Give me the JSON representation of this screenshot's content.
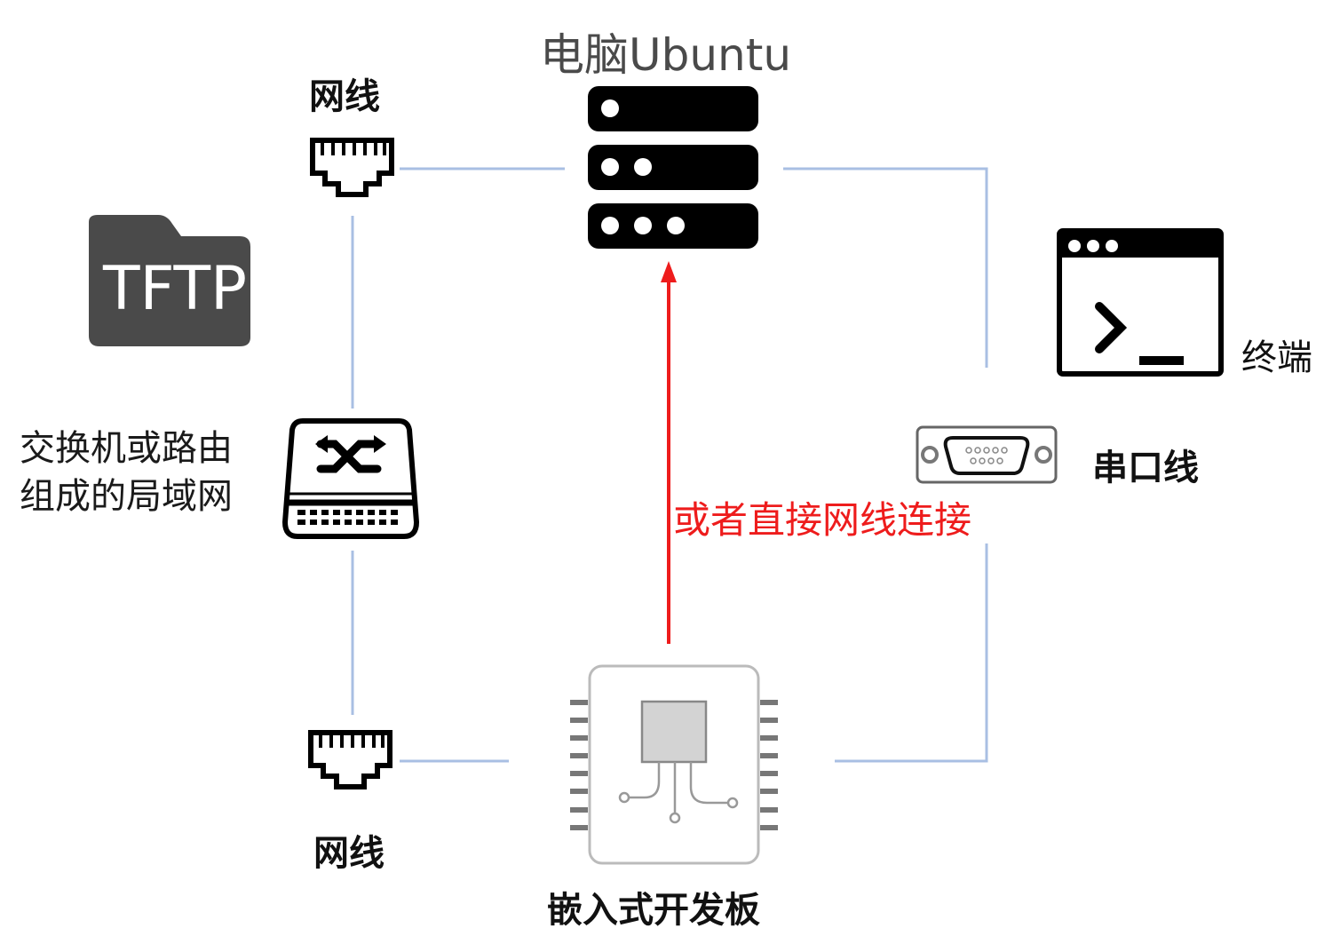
{
  "diagram": {
    "title": "电脑Ubuntu",
    "nodes": {
      "pc": {
        "label": "电脑Ubuntu",
        "icon": "server-icon"
      },
      "tftp": {
        "label": "TFTP",
        "icon": "folder-icon"
      },
      "ethernet_top": {
        "label": "网线",
        "icon": "ethernet-port-icon"
      },
      "ethernet_bottom": {
        "label": "网线",
        "icon": "ethernet-port-icon"
      },
      "switch": {
        "label_line1": "交换机或路由",
        "label_line2": "组成的局域网",
        "icon": "network-switch-icon"
      },
      "terminal": {
        "label": "终端",
        "icon": "terminal-icon"
      },
      "serial": {
        "label": "串口线",
        "icon": "serial-port-icon"
      },
      "board": {
        "label": "嵌入式开发板",
        "icon": "chip-icon"
      }
    },
    "annotation": {
      "text": "或者直接网线连接",
      "color": "#ee1c1c"
    },
    "connector_color": "#9fb6dd"
  }
}
